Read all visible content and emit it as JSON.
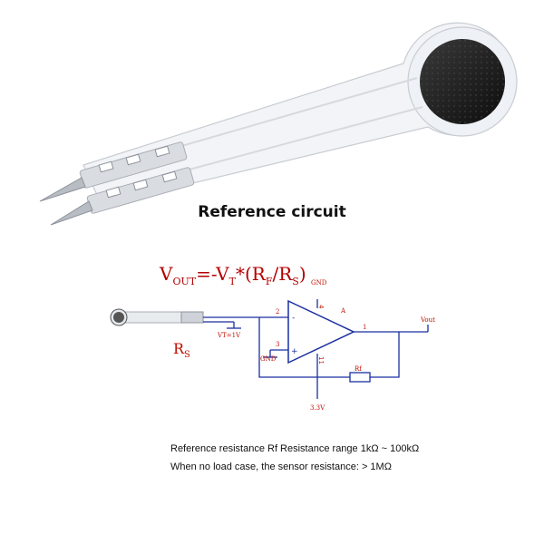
{
  "title": "Reference circuit",
  "formula": {
    "v": "V",
    "out": "OUT",
    "eq": "=-V",
    "t": "T",
    "mid": "*(R",
    "f": "F",
    "slash": "/R",
    "s": "S",
    "close": ")"
  },
  "circuit": {
    "gnd_top": "GND",
    "gnd_bottom": "GND",
    "node_a": "A",
    "pin_2": "2",
    "pin_3": "3",
    "pin_1": "1",
    "pin_4": "4",
    "pin_11": "11",
    "vt_label": "VT=1V",
    "vout_label": "Vout",
    "rf_label": "Rf",
    "supply_label": "3.3V",
    "rs_label": "R",
    "rs_sub": "S",
    "minus_sign": "-",
    "plus_sign": "+"
  },
  "notes": {
    "line1": "Reference resistance Rf Resistance range 1kΩ ~ 100kΩ",
    "line2": "When no load case, the sensor resistance: > 1MΩ"
  },
  "colors": {
    "wire": "#1a2fa0",
    "formula": "#b40000",
    "label": "#c01000",
    "sensor_pad": "#1a1a1a"
  }
}
